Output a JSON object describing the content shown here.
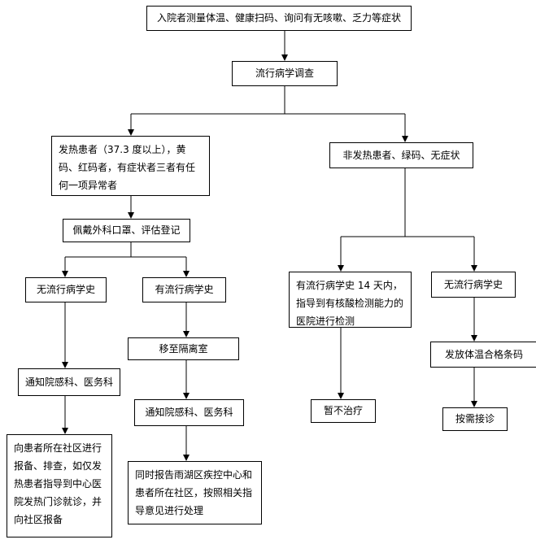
{
  "nodes": {
    "entry_screening": "入院者测量体温、健康扫码、询问有无咳嗽、乏力等症状",
    "epi_survey": "流行病学调查",
    "fever_patients": "发热患者（37.3 度以上），黄码、红码者，有症状者三者有任何一项异常者",
    "nonfever_patients": "非发热患者、绿码、无症状",
    "wear_mask": "佩戴外科口罩、评估登记",
    "no_epi_history_left": "无流行病学史",
    "has_epi_history": "有流行病学史",
    "move_isolation": "移至隔离室",
    "notify_left": "通知院感科、医务科",
    "notify_right": "通知院感科、医务科",
    "report_community": "向患者所在社区进行报备、排查，如仅发热患者指导到中心医院发热门诊就诊，并向社区报备",
    "report_cdc": "同时报告雨湖区疾控中心和患者所在社区，按照相关指导意见进行处理",
    "epi_history_14d": "有流行病学史 14 天内，指导到有核酸检测能力的医院进行检测",
    "no_epi_history_right": "无流行病学史",
    "no_treatment": "暂不治疗",
    "issue_barcode": "发放体温合格条码",
    "treat_as_needed": "按需接诊"
  }
}
